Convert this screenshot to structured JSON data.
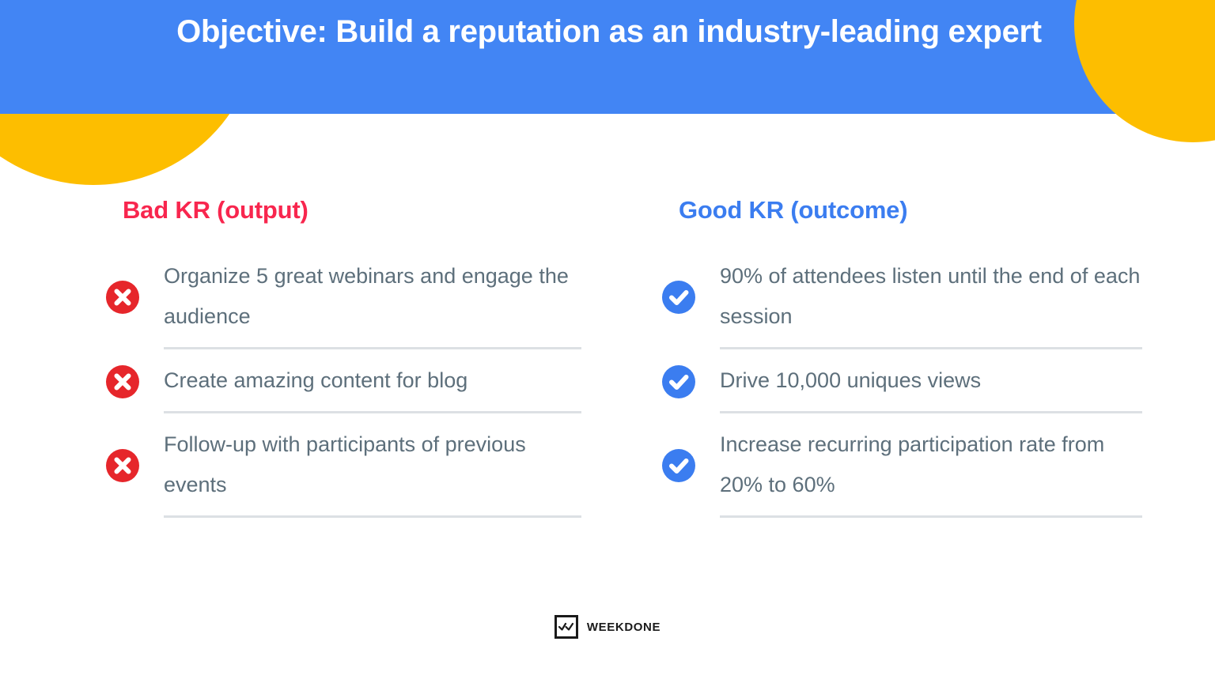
{
  "slide": {
    "background_color": "#ffffff",
    "accent_blue": "#4285F4",
    "accent_yellow": "#FDBE00",
    "bad_color": "#F8264E",
    "good_color": "#3B7DF0",
    "body_text_color": "#5D6F7B",
    "divider_color": "#DCE0E4"
  },
  "header": {
    "title": "Objective: Build a reputation as an industry-leading expert"
  },
  "columns": {
    "bad": {
      "heading": "Bad KR (output)",
      "icon": "circle-x-icon",
      "items": [
        {
          "text": "Organize 5 great webinars and engage the audience"
        },
        {
          "text": "Create amazing content for blog"
        },
        {
          "text": "Follow-up with participants of previous events"
        }
      ]
    },
    "good": {
      "heading": "Good KR (outcome)",
      "icon": "circle-check-icon",
      "items": [
        {
          "text": "90% of attendees listen until the end of each session"
        },
        {
          "text": "Drive 10,000 uniques views"
        },
        {
          "text": "Increase recurring participation rate from 20% to 60%"
        }
      ]
    }
  },
  "footer": {
    "brand": "WEEKDONE",
    "mark": "double-check-square-icon"
  }
}
